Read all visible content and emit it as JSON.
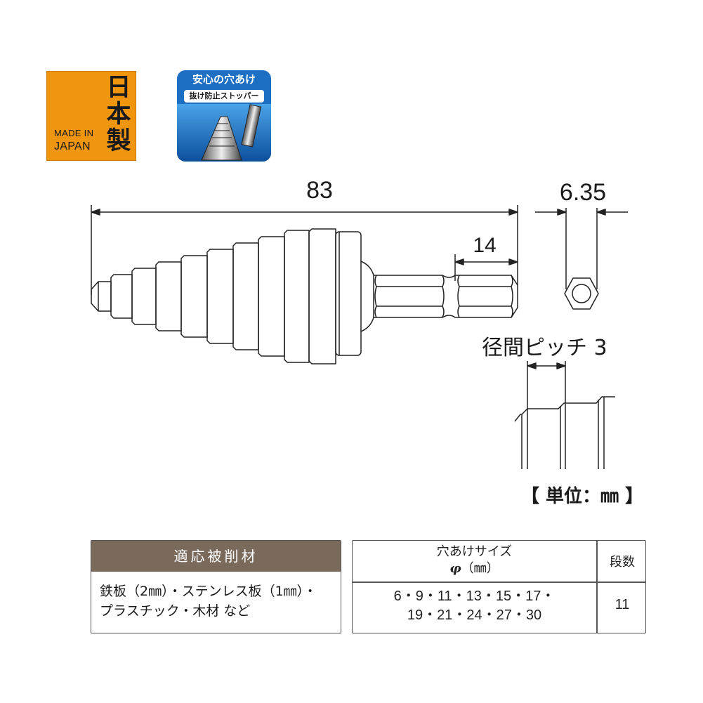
{
  "badges": {
    "made_in_japan": {
      "kanji": "日本製",
      "line1": "MADE IN",
      "line2": "JAPAN",
      "color": "#f0950e"
    },
    "stopper": {
      "title": "安心の穴あけ",
      "subtitle": "抜け防止ストッパー",
      "color": "#1d6fc4"
    }
  },
  "dimensions": {
    "total_length": "83",
    "shank_length": "14",
    "hex_width": "6.35",
    "pitch_label": "径間ピッチ 3"
  },
  "unit_label": "【 単位：㎜ 】",
  "materials_table": {
    "header": "適応被削材",
    "line1": "鉄板（2㎜）・ステンレス板（1㎜）・",
    "line2": "プラスチック・木材 など",
    "header_color": "#7a6a5c"
  },
  "spec_table": {
    "size_header_line1": "穴あけサイズ",
    "size_header_phi": "φ",
    "size_header_unit": "（㎜）",
    "steps_header": "段数",
    "sizes_line1": "6・9・11・13・15・17・",
    "sizes_line2": "19・21・24・27・30",
    "steps_value": "11"
  }
}
